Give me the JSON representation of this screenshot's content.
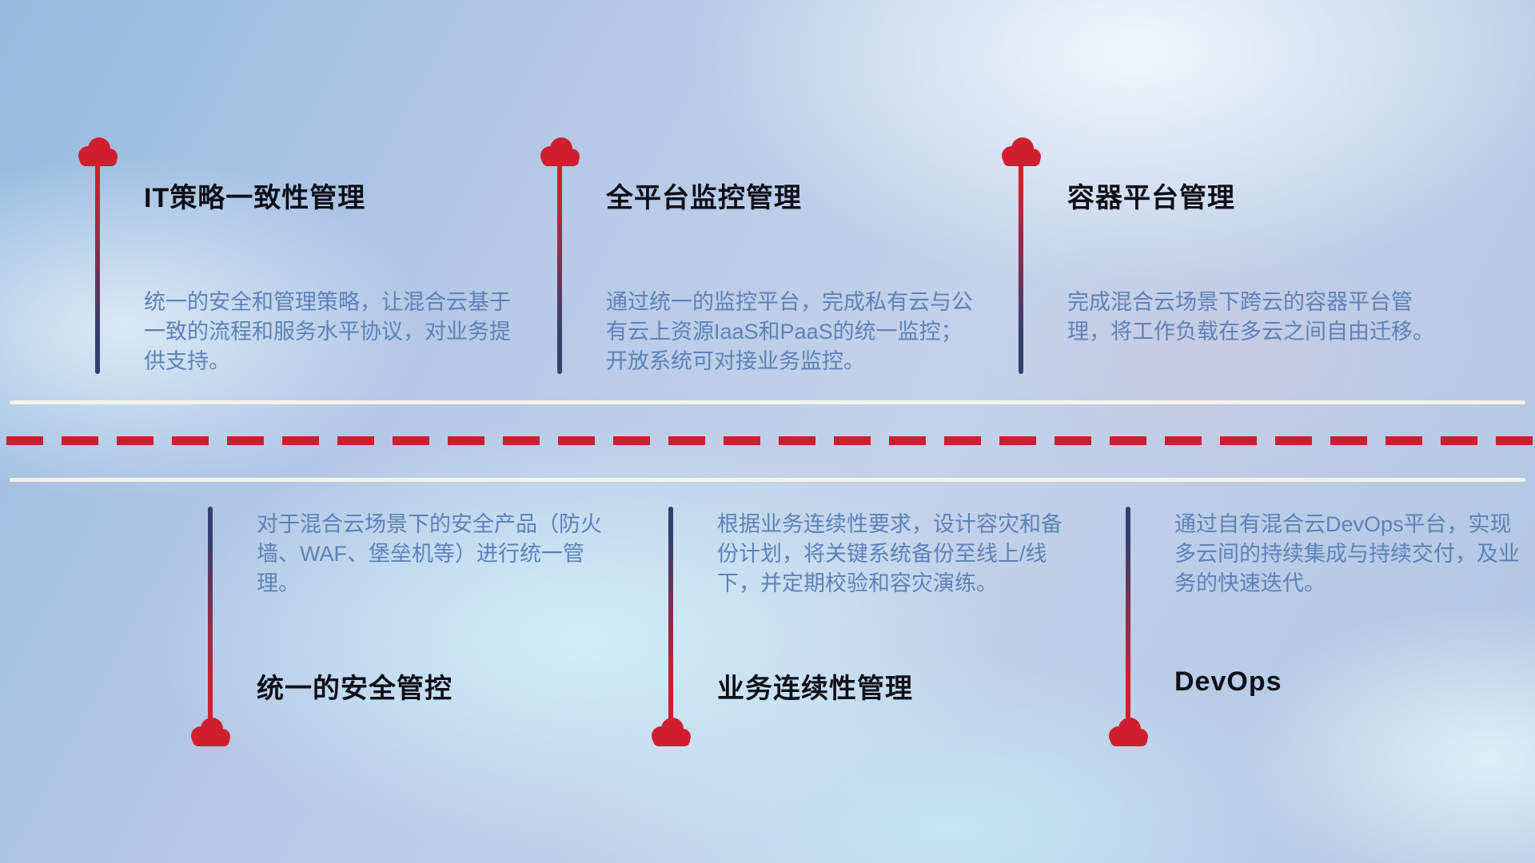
{
  "diagram": {
    "top_items": [
      {
        "title": "IT策略一致性管理",
        "description": "统一的安全和管理策略，让混合云基于一致的流程和服务水平协议，对业务提供支持。"
      },
      {
        "title": "全平台监控管理",
        "description": "通过统一的监控平台，完成私有云与公有云上资源IaaS和PaaS的统一监控；开放系统可对接业务监控。"
      },
      {
        "title": "容器平台管理",
        "description": "完成混合云场景下跨云的容器平台管理，将工作负载在多云之间自由迁移。"
      }
    ],
    "bottom_items": [
      {
        "title": "统一的安全管控",
        "description": "对于混合云场景下的安全产品（防火墙、WAF、堡垒机等）进行统一管理。"
      },
      {
        "title": "业务连续性管理",
        "description": "根据业务连续性要求，设计容灾和备份计划，将关键系统备份至线上/线下，并定期校验和容灾演练。"
      },
      {
        "title": "DevOps",
        "description": "通过自有混合云DevOps平台，实现多云间的持续集成与持续交付，及业务的快速迭代。"
      }
    ]
  },
  "colors": {
    "cloud_red": "#d11f2f",
    "dash_red": "#c8202f",
    "pole_navy": "#33406f",
    "body_text": "#5f81b8",
    "title_text": "#101018",
    "road_white": "#f5f2ea"
  }
}
